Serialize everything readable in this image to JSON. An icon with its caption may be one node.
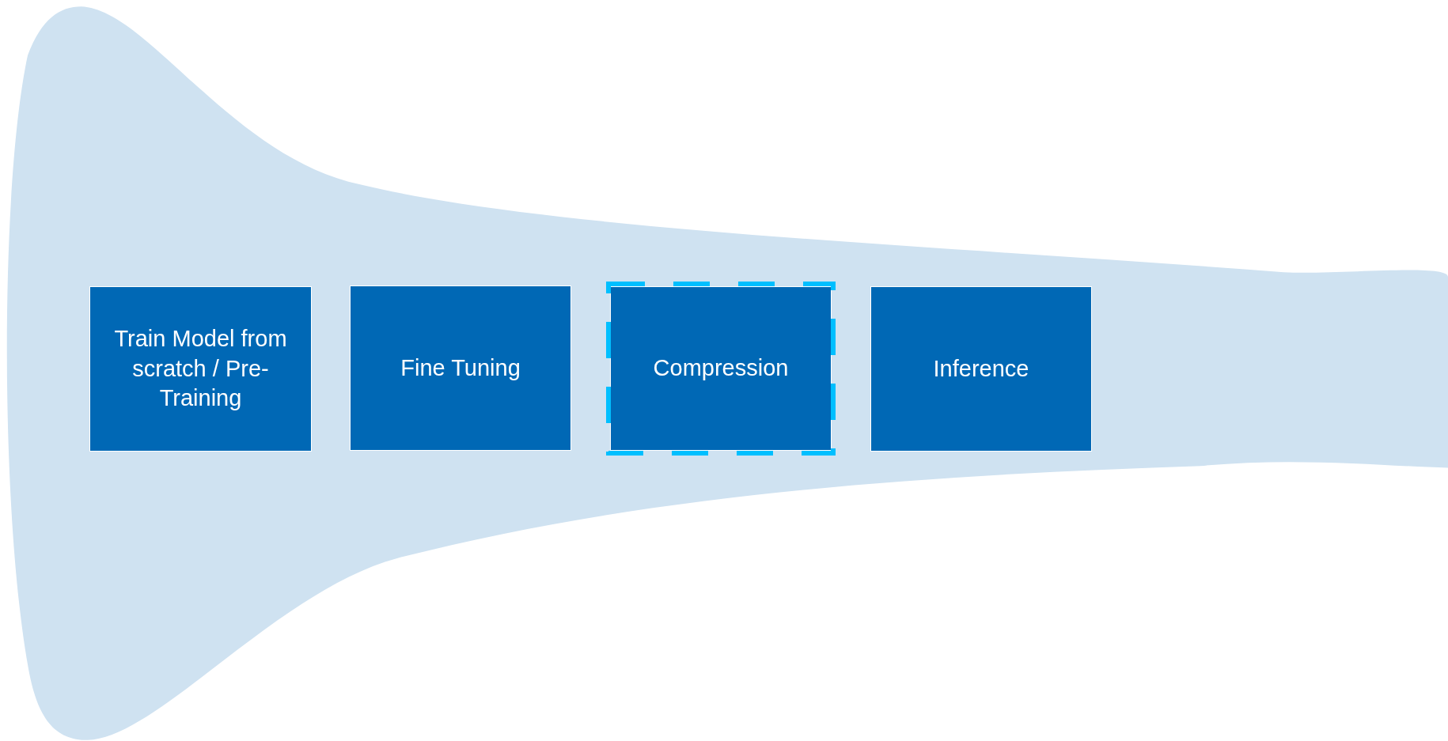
{
  "diagram": {
    "nodes": [
      {
        "text": [
          "Train Model from scratch / Pre-Training"
        ]
      },
      {
        "text": [
          "Fine Tuning"
        ]
      },
      {
        "text": [
          "Compression"
        ]
      },
      {
        "text": [
          "Inference"
        ]
      }
    ]
  }
}
